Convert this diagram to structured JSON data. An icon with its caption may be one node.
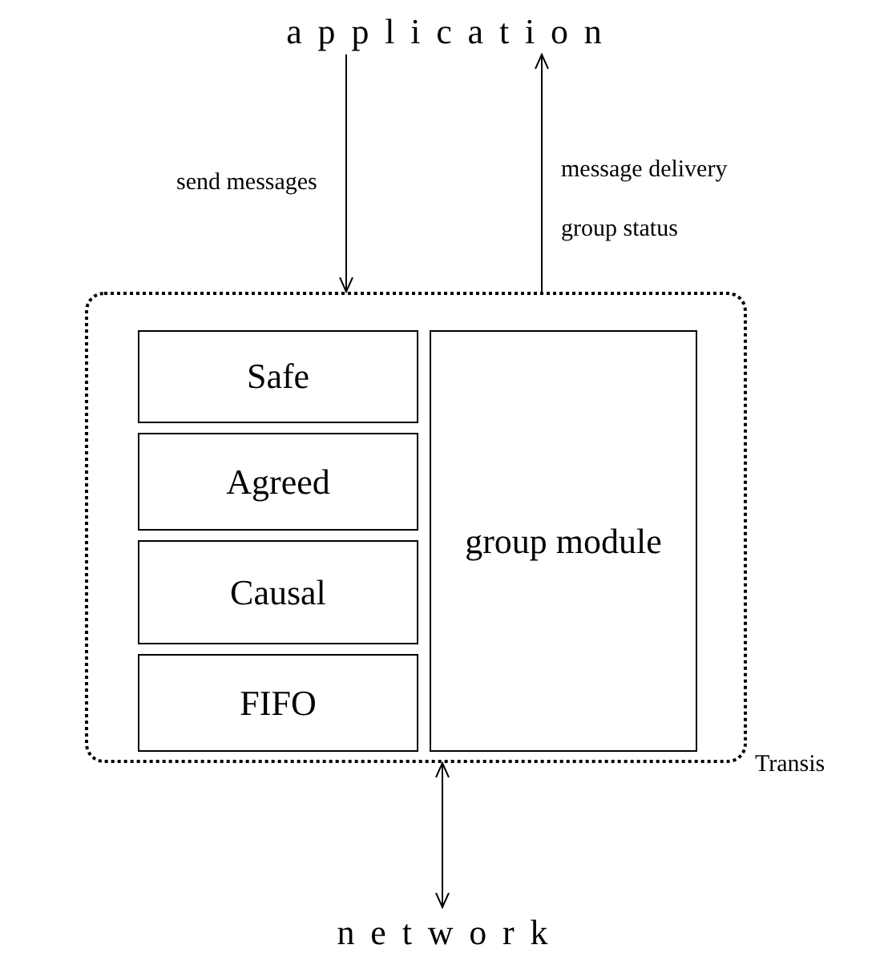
{
  "diagram": {
    "nodes": [
      {
        "text": [
          "application"
        ]
      },
      {
        "text": [],
        "shape": "box",
        "beside": [
          "Transis"
        ]
      },
      {
        "text": [
          "Safe"
        ],
        "in": 1
      },
      {
        "text": [
          "Agreed"
        ],
        "in": 1
      },
      {
        "text": [
          "Causal"
        ],
        "in": 1
      },
      {
        "text": [
          "FIFO"
        ],
        "in": 1
      },
      {
        "text": [
          "group module"
        ],
        "in": 1
      },
      {
        "text": [
          "network"
        ]
      }
    ],
    "edges": [
      {
        "from": 0,
        "to": 1,
        "arrow": "to",
        "label": "send messages"
      },
      {
        "from": 1,
        "to": 0,
        "arrow": "to",
        "label": "message delivery group status"
      },
      {
        "from": 1,
        "to": 7,
        "arrow": "both"
      }
    ]
  }
}
